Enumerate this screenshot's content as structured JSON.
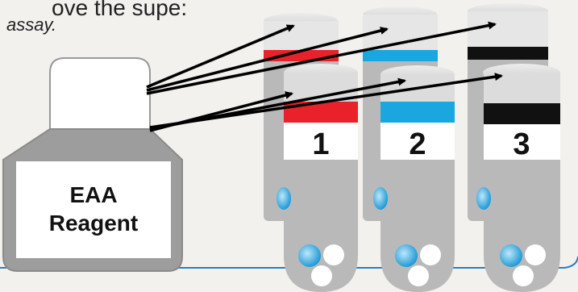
{
  "header": {
    "partial_text": "ove the supe:",
    "caption": "assay."
  },
  "bottle": {
    "label_line1": "EAA",
    "label_line2": "Reagent"
  },
  "tubes": [
    {
      "number": "1",
      "band_color": "#e8212a"
    },
    {
      "number": "2",
      "band_color": "#1aa7e0"
    },
    {
      "number": "3",
      "band_color": "#111111"
    }
  ],
  "colors": {
    "background": "#f3f1ee",
    "tube_body": "#b9b9b9",
    "bead": "#2ea8e2",
    "accent_line": "#2a7fc2"
  }
}
